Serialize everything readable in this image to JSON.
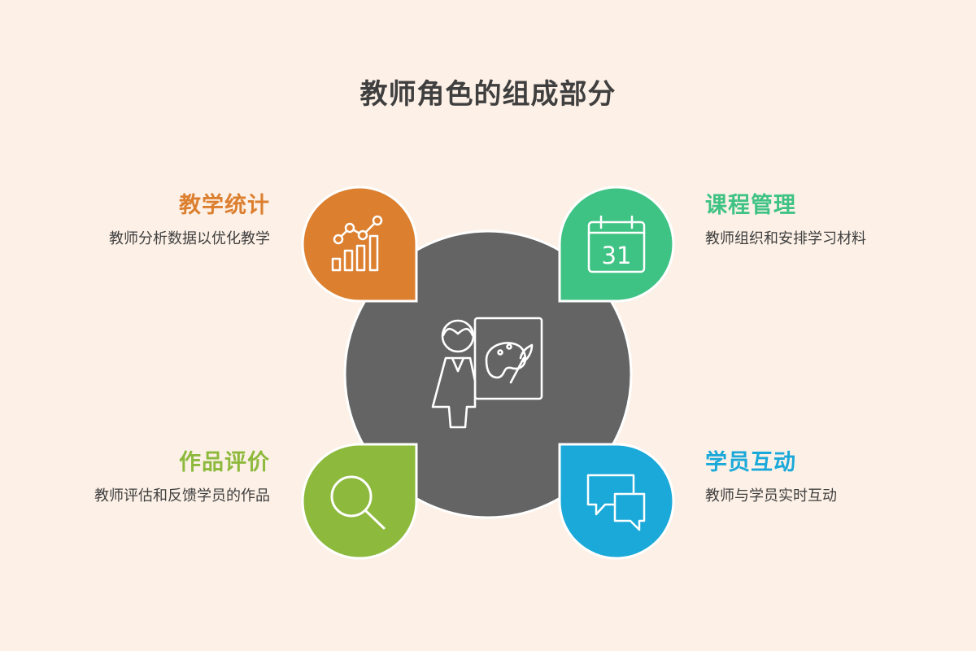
{
  "title": "教师角色的组成部分",
  "center": {
    "icon": "teacher-at-board-icon",
    "color": "#646464"
  },
  "items": [
    {
      "key": "stats",
      "title": "教学统计",
      "desc": "教师分析数据以优化教学",
      "color": "#dc7f2f",
      "icon": "bar-line-chart-icon"
    },
    {
      "key": "course",
      "title": "课程管理",
      "desc": "教师组织和安排学习材料",
      "color": "#3fc384",
      "icon": "calendar-icon",
      "icon_text": "31"
    },
    {
      "key": "eval",
      "title": "作品评价",
      "desc": "教师评估和反馈学员的作品",
      "color": "#8db93d",
      "icon": "magnifier-icon"
    },
    {
      "key": "inter",
      "title": "学员互动",
      "desc": "教师与学员实时互动",
      "color": "#1aa9d9",
      "icon": "chat-bubbles-icon"
    }
  ]
}
